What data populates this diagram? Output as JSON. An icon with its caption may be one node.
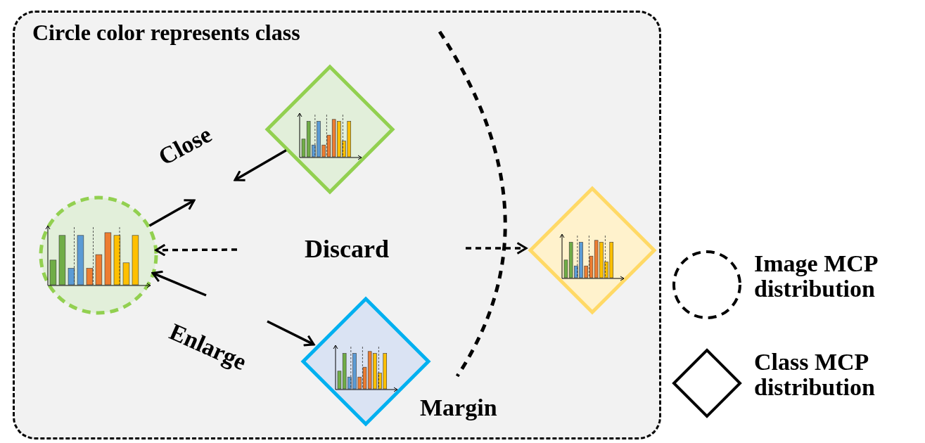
{
  "diagram": {
    "nodes": [
      {
        "text": [
          "Circle color represents class"
        ]
      },
      {
        "text": [],
        "shape": "circle",
        "in": 0
      },
      {
        "text": [],
        "shape": "diamond",
        "in": 0
      },
      {
        "text": [],
        "shape": "diamond",
        "in": 0
      },
      {
        "text": [],
        "shape": "diamond",
        "in": 0
      }
    ],
    "edges": [
      {
        "from": 1,
        "to": null,
        "arrow": "to"
      },
      {
        "from": 2,
        "to": null,
        "arrow": "to"
      },
      {
        "from": null,
        "to": 1,
        "arrow": "to",
        "style": "dashed"
      },
      {
        "from": null,
        "to": 3,
        "arrow": "to",
        "style": "dashed"
      },
      {
        "from": null,
        "to": 1,
        "arrow": "to"
      },
      {
        "from": null,
        "to": 4,
        "arrow": "to"
      }
    ],
    "labels": [
      "Close",
      "Discard",
      "Enlarge",
      "Margin"
    ],
    "legend": [
      {
        "text": "Image MCP distribution"
      },
      {
        "text": "Class MCP distribution"
      }
    ]
  }
}
